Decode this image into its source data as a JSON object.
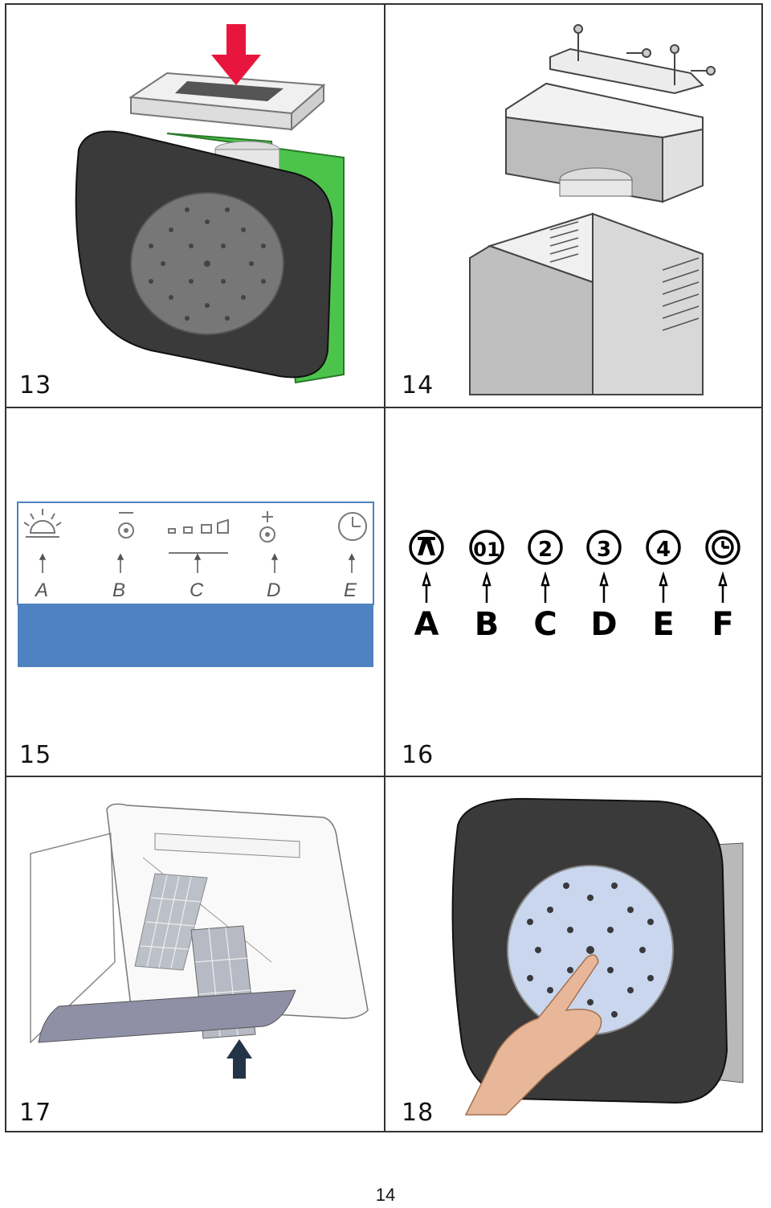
{
  "figures": [
    {
      "number": "13"
    },
    {
      "number": "14"
    },
    {
      "number": "15",
      "control_labels": [
        "A",
        "B",
        "C",
        "D",
        "E"
      ]
    },
    {
      "number": "16",
      "control_labels": [
        "A",
        "B",
        "C",
        "D",
        "E",
        "F"
      ],
      "button_texts": [
        "01",
        "2",
        "3",
        "4"
      ]
    },
    {
      "number": "17"
    },
    {
      "number": "18"
    }
  ],
  "page_number": "14",
  "colors": {
    "hood_panel": "#3a3a3a",
    "green_frame": "#4cc44c",
    "red_arrow": "#e8163e",
    "blue_strip": "#4f82c0",
    "filter_light_blue": "#c9d6ee",
    "navy_arrow": "#243447"
  }
}
